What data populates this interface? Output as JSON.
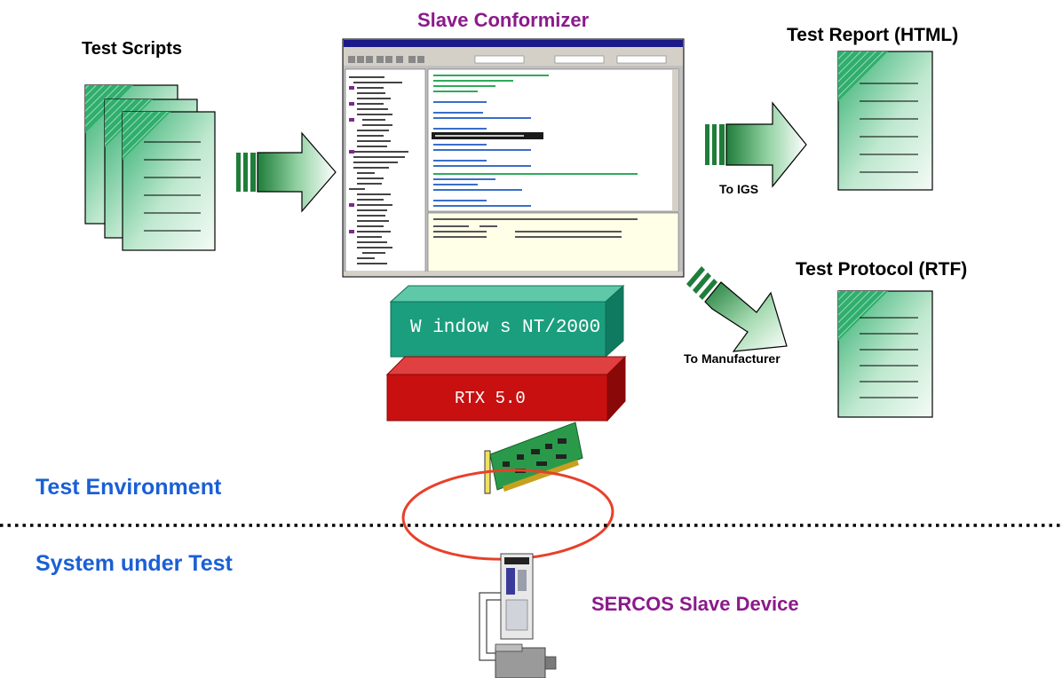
{
  "labels": {
    "test_scripts": "Test Scripts",
    "slave_conformizer": "Slave Conformizer",
    "test_report": "Test Report (HTML)",
    "test_protocol": "Test Protocol (RTF)",
    "to_igs": "To IGS",
    "to_manufacturer": "To Manufacturer",
    "windows_box": "W indow s NT/2000",
    "rtx_box": "RTX 5.0",
    "test_environment": "Test Environment",
    "system_under_test": "System under Test",
    "sercos_device": "SERCOS Slave Device"
  },
  "colors": {
    "purple": "#8b1a8b",
    "blue": "#1a5fd6",
    "teal_box": "#1a9e7e",
    "red_box": "#c81010",
    "ellipse": "#e8402a",
    "green_arrow": "#2e9a4a"
  },
  "icons": [
    "document-stack-icon",
    "report-document-icon",
    "protocol-document-icon",
    "pci-card-icon",
    "servo-drive-icon",
    "motor-icon"
  ]
}
